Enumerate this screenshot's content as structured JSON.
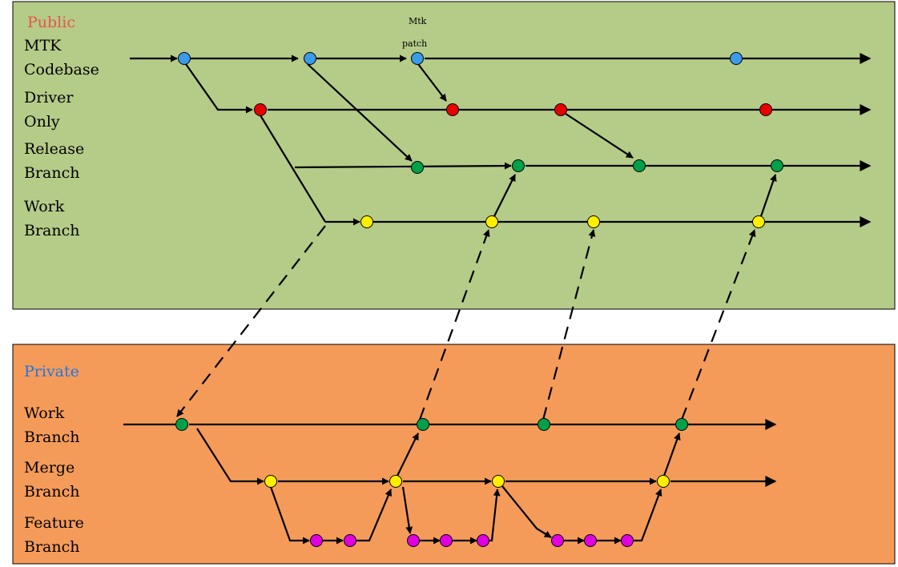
{
  "public": {
    "title": "Public",
    "title_color": "#e8554e",
    "background": "#b5cb88",
    "lanes": [
      {
        "line1": "MTK",
        "line2": "Codebase"
      },
      {
        "line1": "Driver",
        "line2": "Only"
      },
      {
        "line1": "Release",
        "line2": "Branch"
      },
      {
        "line1": "Work",
        "line2": "Branch"
      }
    ],
    "note": {
      "line1": "Mtk",
      "line2": "patch"
    }
  },
  "private": {
    "title": "Private",
    "title_color": "#1f77e0",
    "background": "#f59b5a",
    "lanes": [
      {
        "line1": "Work",
        "line2": "Branch"
      },
      {
        "line1": "Merge",
        "line2": "Branch"
      },
      {
        "line1": "Feature",
        "line2": "Branch"
      }
    ]
  },
  "colors": {
    "mtk_commit": "#3a9be8",
    "driver_commit": "#e80000",
    "release_commit": "#00a04a",
    "work_commit": "#ffee00",
    "feature_commit": "#e000e0",
    "line": "#000000"
  }
}
